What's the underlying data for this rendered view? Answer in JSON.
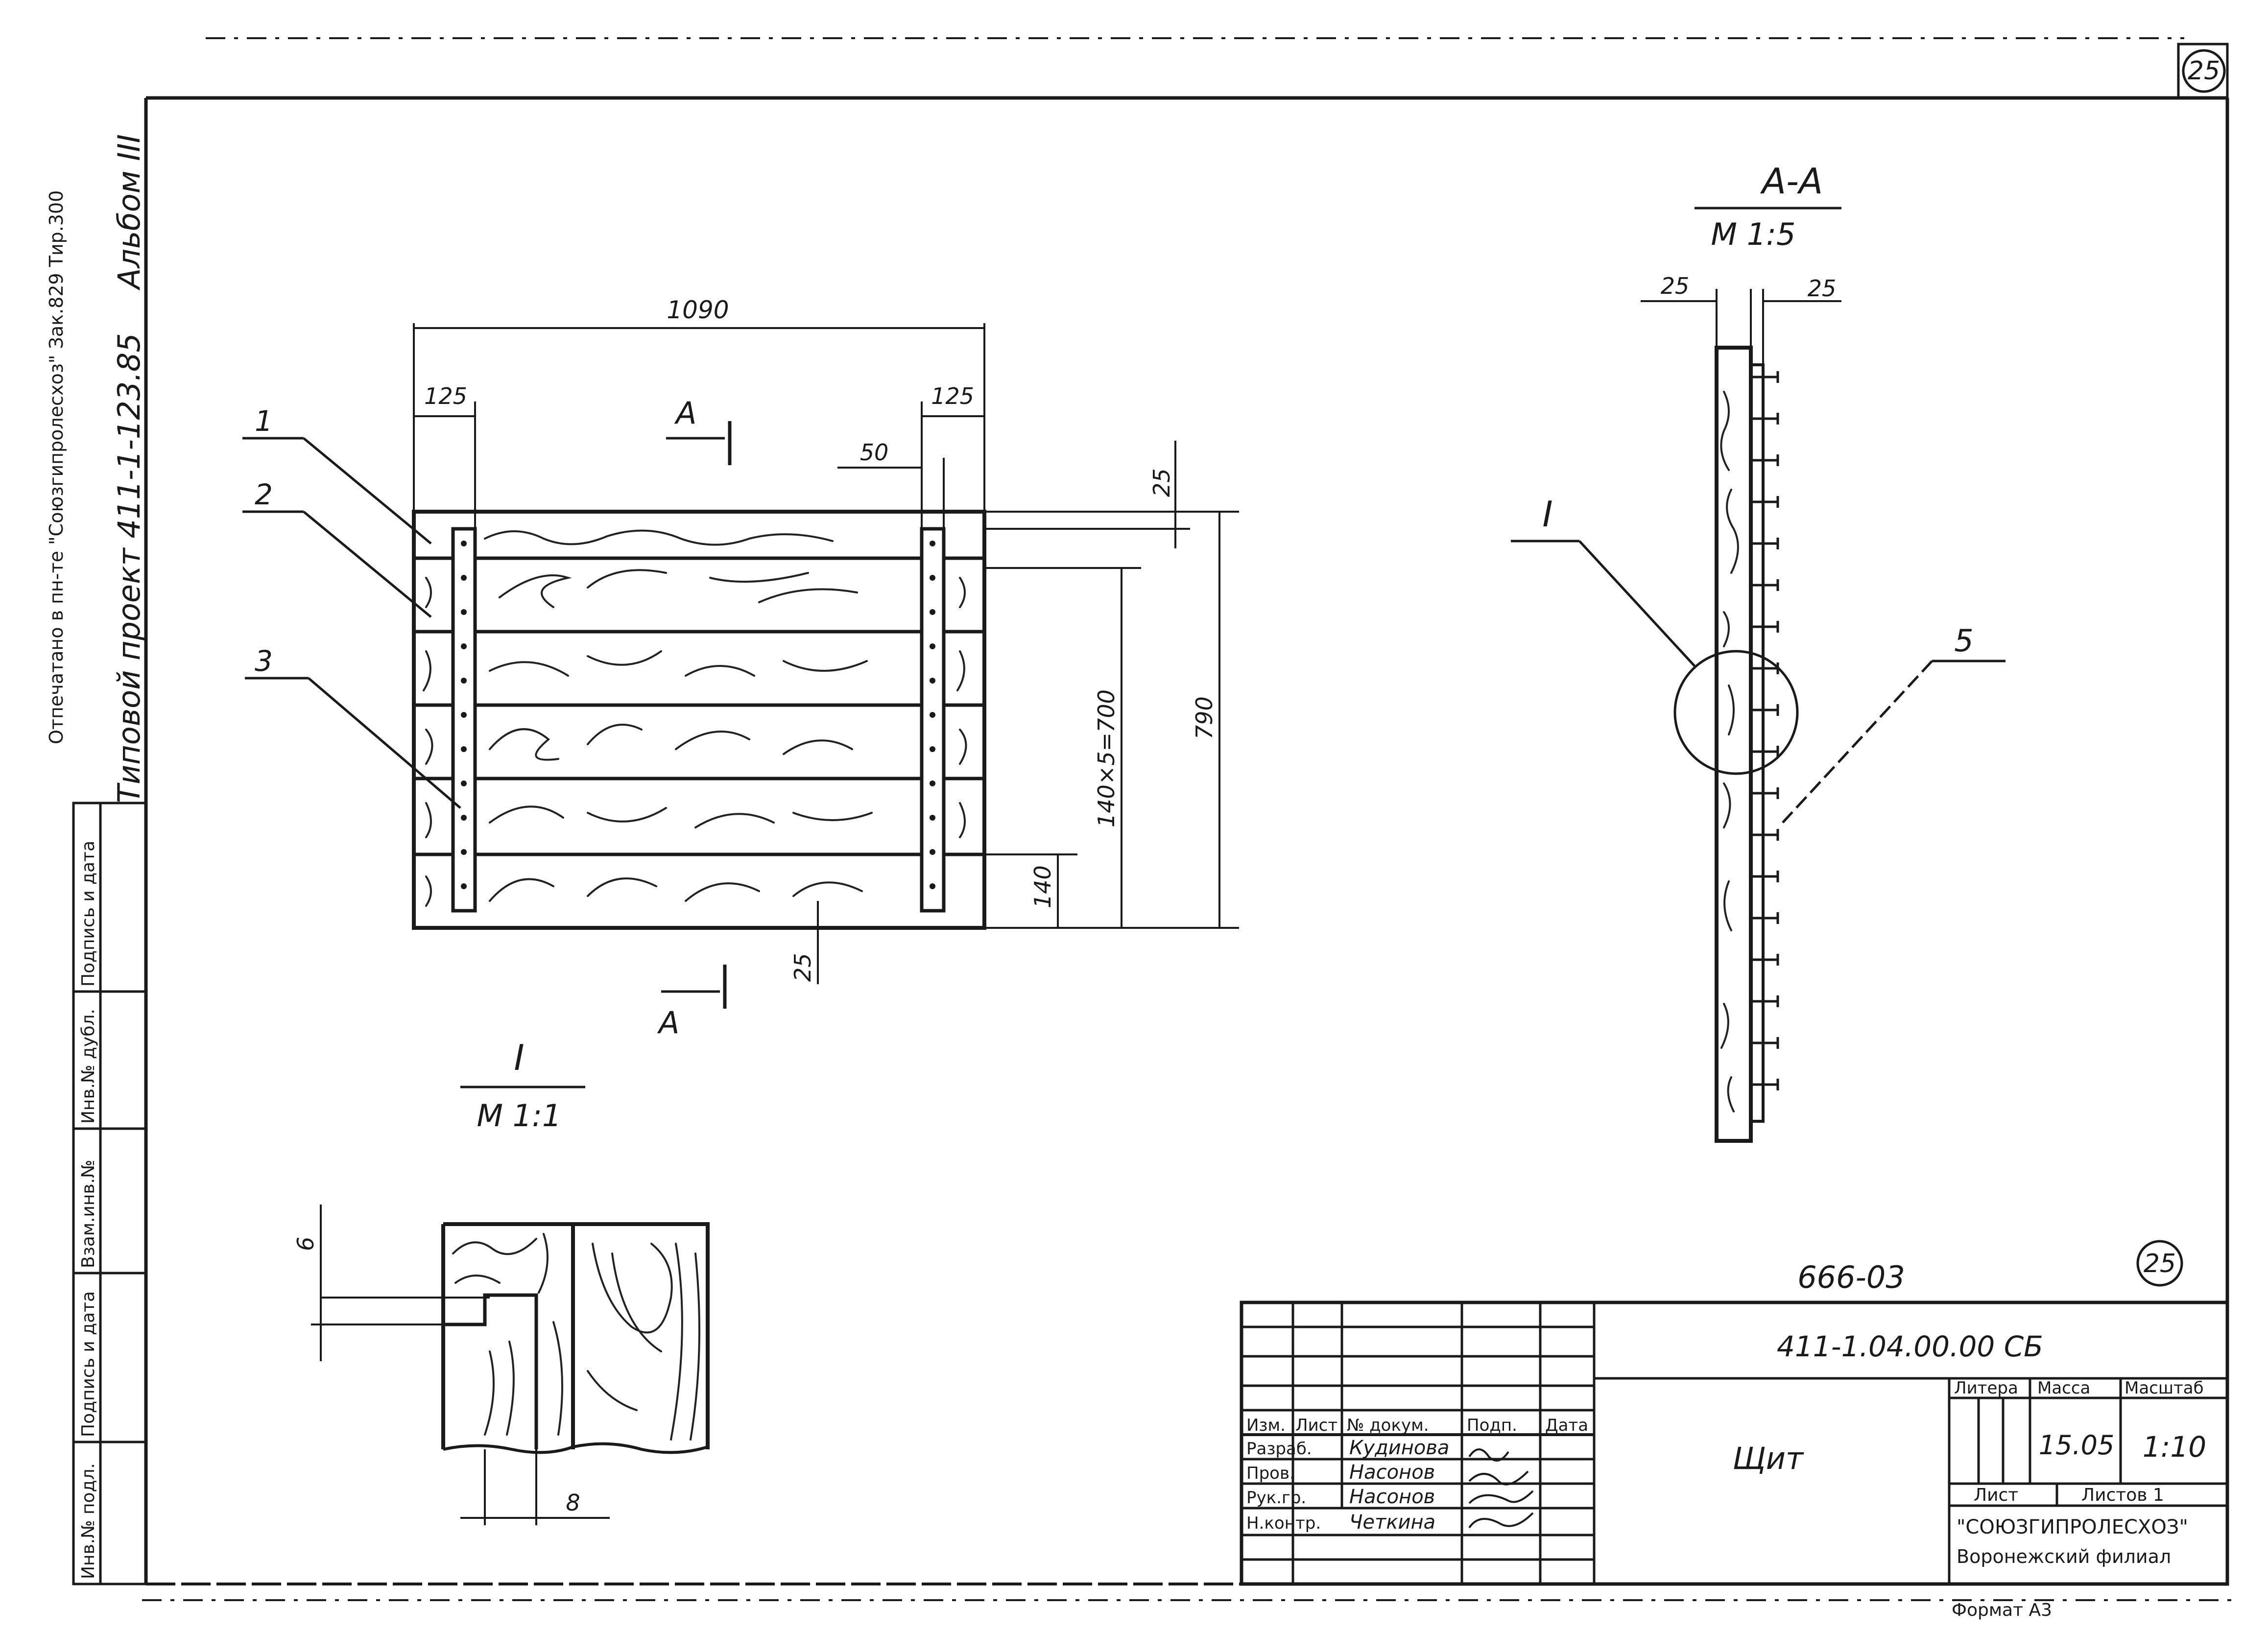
{
  "sheet_number": "25",
  "sheet_number_bottom": "25",
  "left_margin": {
    "print_note": "Отпечатано в пн-те \"Союзгипролесхоз\" Зак.829 Тир.300",
    "album": "Альбом III",
    "project": "Типовой проект 411-1-123.85",
    "stamp_labels": [
      "Инв.№ подл.",
      "Подпись и дата",
      "Взам.инв.№",
      "Инв.№ дубл.",
      "Подпись и дата"
    ]
  },
  "main_view": {
    "dimensions": {
      "overall_width": "1090",
      "left_offset": "125",
      "right_offset": "125",
      "rail_width": "50",
      "top_edge": "25",
      "bottom_edge": "25",
      "spacing": "140×5=700",
      "overall_height": "790",
      "bottom_board": "140"
    },
    "section_mark_top": "А",
    "section_mark_bottom": "А",
    "callouts": [
      "1",
      "2",
      "3"
    ]
  },
  "section_aa": {
    "title": "А-А",
    "scale": "М 1:5",
    "dim_left": "25",
    "dim_right": "25",
    "detail_callout": "I",
    "part_callout": "5"
  },
  "detail_i": {
    "title": "I",
    "scale": "М 1:1",
    "dim_vertical": "6",
    "dim_horizontal": "8"
  },
  "title_block": {
    "archive_number": "666-03",
    "designation": "411-1.04.00.00 СБ",
    "name": "Щит",
    "headers": [
      "Изм.",
      "Лист",
      "№ докум.",
      "Подп.",
      "Дата"
    ],
    "roles": [
      "Разраб.",
      "Пров.",
      "Рук.гр.",
      "Н.контр."
    ],
    "people": [
      "Кудинова",
      "Насонов",
      "Насонов",
      "Четкина"
    ],
    "literal_label": "Литера",
    "mass_label": "Масса",
    "scale_label": "Масштаб",
    "mass_value": "15.05",
    "scale_value": "1:10",
    "sheet_label": "Лист",
    "sheets_label": "Листов 1",
    "organization": "\"СОЮЗГИПРОЛЕСХОЗ\"",
    "branch": "Воронежский филиал",
    "format": "Формат А3"
  }
}
